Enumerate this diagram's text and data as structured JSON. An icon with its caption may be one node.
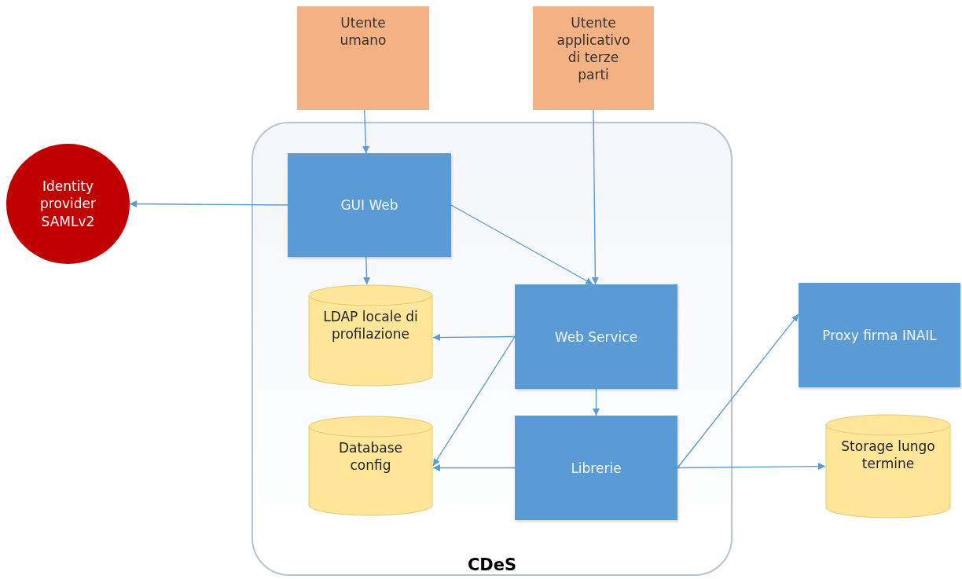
{
  "diagram": {
    "nodes": [
      {
        "text": [
          "Utente umano"
        ]
      },
      {
        "text": [
          "Utente applicativo di terze parti"
        ]
      },
      {
        "text": [
          "Identity provider SAMLv2"
        ]
      },
      {
        "text": [
          "CDeS"
        ]
      },
      {
        "text": [
          "GUI Web"
        ],
        "in": 3
      },
      {
        "text": [
          "LDAP locale di profilazione"
        ],
        "in": 3
      },
      {
        "text": [
          "Web Service"
        ],
        "in": 3
      },
      {
        "text": [
          "Database config"
        ],
        "in": 3
      },
      {
        "text": [
          "Librerie"
        ],
        "in": 3
      },
      {
        "text": [
          "Proxy firma INAIL"
        ]
      },
      {
        "text": [
          "Storage lungo termine"
        ]
      }
    ],
    "edges": [
      {
        "from": 0,
        "to": 4,
        "arrow": "to"
      },
      {
        "from": 1,
        "to": 6,
        "arrow": "to"
      },
      {
        "from": 4,
        "to": 2,
        "arrow": "to"
      },
      {
        "from": 4,
        "to": 6,
        "arrow": "to"
      },
      {
        "from": 4,
        "to": 5,
        "arrow": "to"
      },
      {
        "from": 6,
        "to": 5,
        "arrow": "to"
      },
      {
        "from": 6,
        "to": 7,
        "arrow": "to"
      },
      {
        "from": 6,
        "to": 8,
        "arrow": "to"
      },
      {
        "from": 8,
        "to": 7,
        "arrow": "to"
      },
      {
        "from": 8,
        "to": 9,
        "arrow": "to"
      },
      {
        "from": 8,
        "to": 10,
        "arrow": "to"
      }
    ]
  }
}
